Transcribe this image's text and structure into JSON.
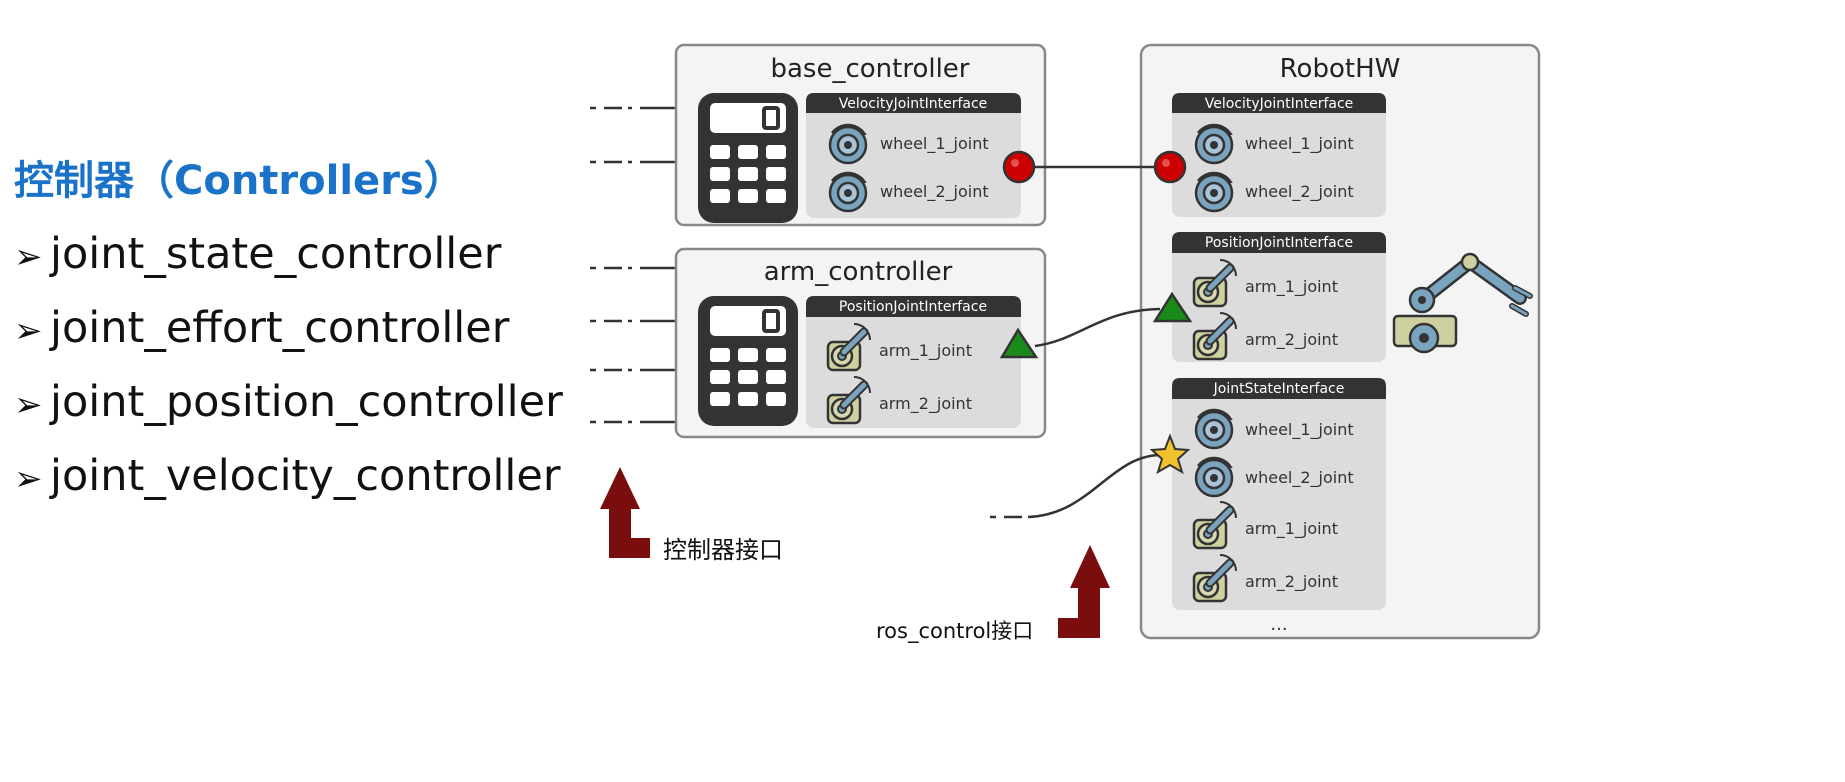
{
  "left_panel": {
    "heading": "控制器（Controllers）",
    "bullet_symbol": "➢",
    "items": [
      "joint_state_controller",
      "joint_effort_controller",
      "joint_position_controller",
      "joint_velocity_controller"
    ]
  },
  "base_controller": {
    "title": "base_controller",
    "interface": {
      "name": "VelocityJointInterface",
      "joints": [
        "wheel_1_joint",
        "wheel_2_joint"
      ]
    }
  },
  "arm_controller": {
    "title": "arm_controller",
    "interface": {
      "name": "PositionJointInterface",
      "joints": [
        "arm_1_joint",
        "arm_2_joint"
      ]
    }
  },
  "robot_hw": {
    "title": "RobotHW",
    "interfaces": [
      {
        "name": "VelocityJointInterface",
        "joints": [
          "wheel_1_joint",
          "wheel_2_joint"
        ]
      },
      {
        "name": "PositionJointInterface",
        "joints": [
          "arm_1_joint",
          "arm_2_joint"
        ]
      },
      {
        "name": "JointStateInterface",
        "joints": [
          "wheel_1_joint",
          "wheel_2_joint",
          "arm_1_joint",
          "arm_2_joint"
        ]
      }
    ],
    "more": "..."
  },
  "labels": {
    "controller_interface": "控制器接口",
    "ros_control_interface": "ros_control接口"
  },
  "colors": {
    "heading_blue": "#1a73c8",
    "connector_red": "#cc0000",
    "connector_green": "#1a8a1a",
    "connector_star": "#f2c12e",
    "arrow_darkred": "#7a0d0d",
    "interface_header": "#333333",
    "panel_bg": "#f2f2f2",
    "interface_bg": "#dcdcdc",
    "wheel_blue": "#7aa3bd",
    "arm_khaki": "#cfd0a0"
  },
  "icons": {
    "controller": "calculator-icon",
    "velocity_joint": "wheel-joint-icon",
    "position_joint": "arm-joint-icon",
    "robot": "robot-arm-icon"
  }
}
